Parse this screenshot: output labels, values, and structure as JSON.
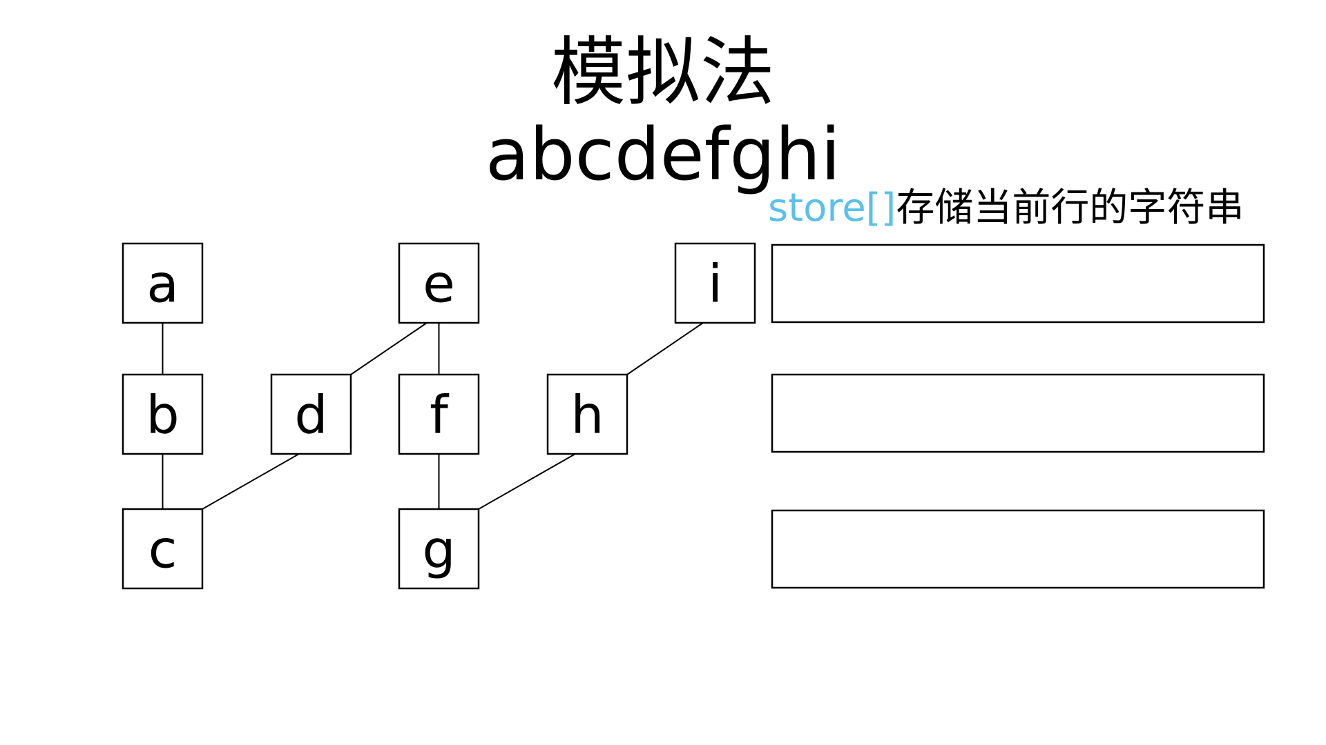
{
  "heading": "模拟法",
  "input_string": "abcdefghi",
  "store_caption": {
    "var": "store[]",
    "desc": "存储当前行的字符串",
    "var_color": "#5bc0eb"
  },
  "nodes": [
    {
      "id": "a",
      "label": "a"
    },
    {
      "id": "b",
      "label": "b"
    },
    {
      "id": "c",
      "label": "c"
    },
    {
      "id": "d",
      "label": "d"
    },
    {
      "id": "e",
      "label": "e"
    },
    {
      "id": "f",
      "label": "f"
    },
    {
      "id": "g",
      "label": "g"
    },
    {
      "id": "h",
      "label": "h"
    },
    {
      "id": "i",
      "label": "i"
    }
  ],
  "edges": [
    [
      "a",
      "b"
    ],
    [
      "b",
      "c"
    ],
    [
      "c",
      "d"
    ],
    [
      "d",
      "e"
    ],
    [
      "e",
      "f"
    ],
    [
      "f",
      "g"
    ],
    [
      "g",
      "h"
    ],
    [
      "h",
      "i"
    ]
  ],
  "store_rows": [
    {
      "row": 1,
      "content": ""
    },
    {
      "row": 2,
      "content": ""
    },
    {
      "row": 3,
      "content": ""
    }
  ]
}
